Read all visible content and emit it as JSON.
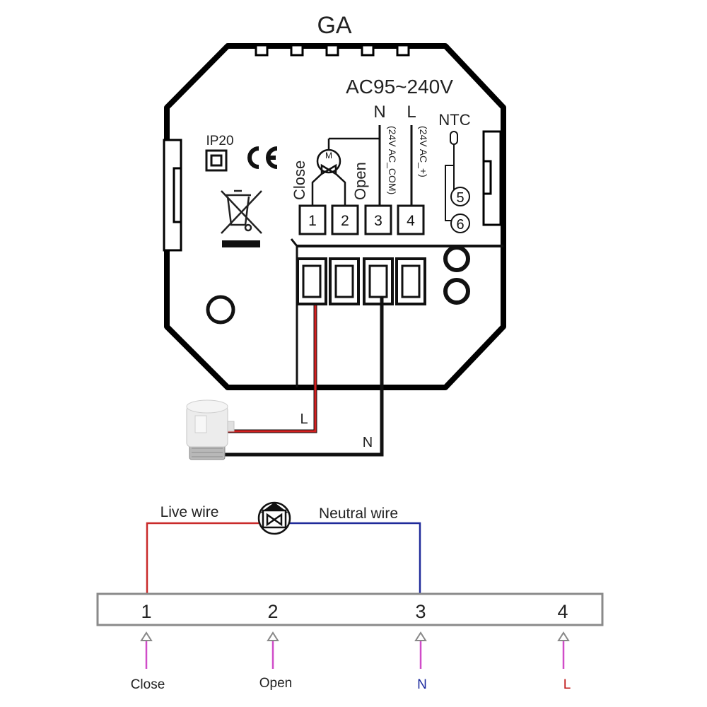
{
  "device": {
    "model": "GA",
    "voltage": "AC95~240V",
    "ip_rating": "IP20",
    "ce_mark": "CE",
    "label_n": "N",
    "label_l": "L",
    "label_ntc": "NTC",
    "rot_close": "Close",
    "rot_open": "Open",
    "rot_ac_com": "(24V AC_COM)",
    "rot_ac_plus": "(24V AC_+)",
    "terminals": [
      "1",
      "2",
      "3",
      "4"
    ],
    "ntc_terminals": [
      "5",
      "6"
    ]
  },
  "wiring": {
    "label_l": "L",
    "label_n": "N",
    "colors": {
      "live": "#d42020",
      "neutral": "#1a1a1a"
    }
  },
  "schematic": {
    "live_wire": "Live wire",
    "neutral_wire": "Neutral wire",
    "terminals": [
      "1",
      "2",
      "3",
      "4"
    ],
    "inputs": [
      {
        "label": "Close",
        "color": "#222222"
      },
      {
        "label": "Open",
        "color": "#222222"
      },
      {
        "label": "N",
        "color": "#1c2a9e"
      },
      {
        "label": "L",
        "color": "#c01818"
      }
    ],
    "colors": {
      "live": "#c92a2a",
      "neutral": "#1f2a9a",
      "arrow": "#d04cc8",
      "strip": "#8a8a8a"
    }
  }
}
